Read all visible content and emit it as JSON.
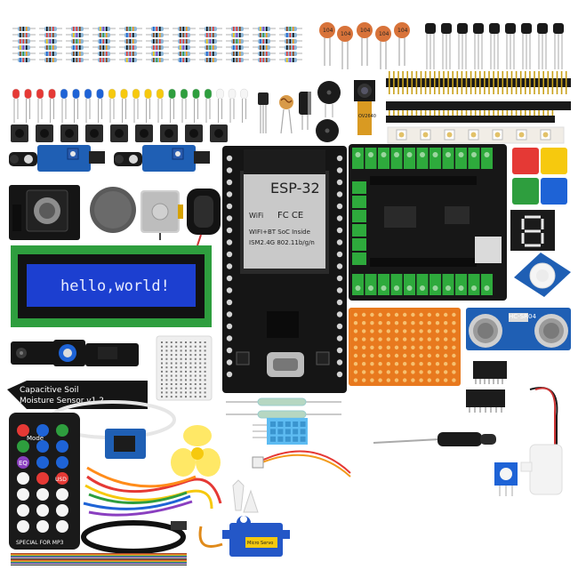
{
  "lcd": {
    "text": "hello,world!"
  },
  "esp32": {
    "title": "ESP-32",
    "line1": "WIFI+BT SoC Inside",
    "line2": "ISM2.4G 802.11b/g/n",
    "wifi_mark": "WiFi",
    "fcc_mark": "FC CE"
  },
  "soil_sensor": {
    "line1": "Capacitive  Soil",
    "line2": "Moisture Sensor v1.2"
  },
  "remote": {
    "mode": "Mode",
    "eq": "EQ",
    "usd": "USD",
    "footer": "SPECIAL FOR MP3"
  },
  "ultrasonic": {
    "label": "HC-SR04"
  },
  "camera": {
    "label": "OV2640"
  },
  "servo": {
    "label": "Micro Servo"
  },
  "capacitor": {
    "label": "104"
  },
  "colors": {
    "pcb_blue": "#1f5fb4",
    "pcb_black": "#151515",
    "terminal_green": "#2eaa3c",
    "lcd_blue": "#1c3fd0",
    "proto_orange": "#e8791e",
    "button_red": "#e53935",
    "button_yellow": "#f6c90e",
    "button_green": "#2e9e3e",
    "button_blue": "#1e63d6"
  }
}
